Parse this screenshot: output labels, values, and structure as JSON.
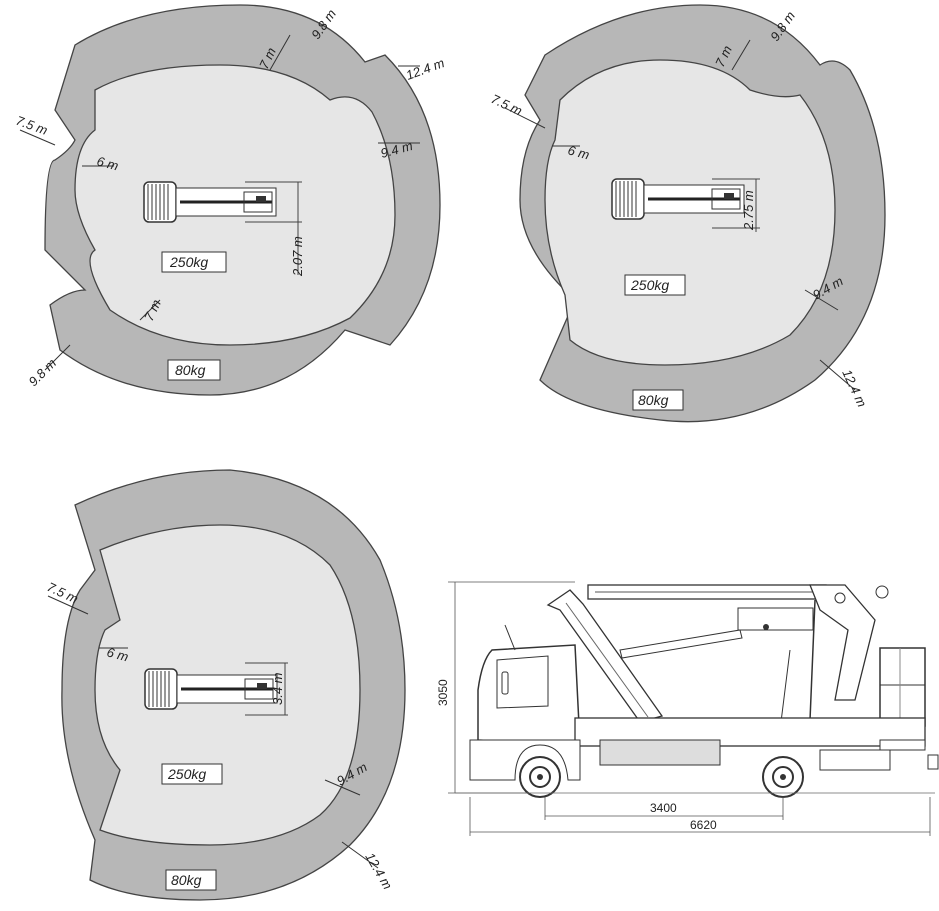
{
  "colors": {
    "outer_zone": "#b7b7b7",
    "inner_zone": "#e6e6e6",
    "outline": "#444444",
    "text": "#222222"
  },
  "diagrams": [
    {
      "name": "top-left",
      "inner_load": "250kg",
      "outer_load": "80kg",
      "dims": [
        "9.8 m",
        "7 m",
        "12.4 m",
        "7.5 m",
        "9.4 m",
        "6 m",
        "2.07 m",
        "7 m",
        "9.8 m"
      ]
    },
    {
      "name": "top-right",
      "inner_load": "250kg",
      "outer_load": "80kg",
      "dims": [
        "9.8 m",
        "7 m",
        "7.5 m",
        "6 m",
        "2.75 m",
        "9.4 m",
        "12.4 m"
      ]
    },
    {
      "name": "bottom-left",
      "inner_load": "250kg",
      "outer_load": "80kg",
      "dims": [
        "7.5 m",
        "6 m",
        "3.4 m",
        "9.4 m",
        "12.4 m"
      ]
    }
  ],
  "truck_side": {
    "height": "3050",
    "wheelbase": "3400",
    "length": "6620"
  }
}
